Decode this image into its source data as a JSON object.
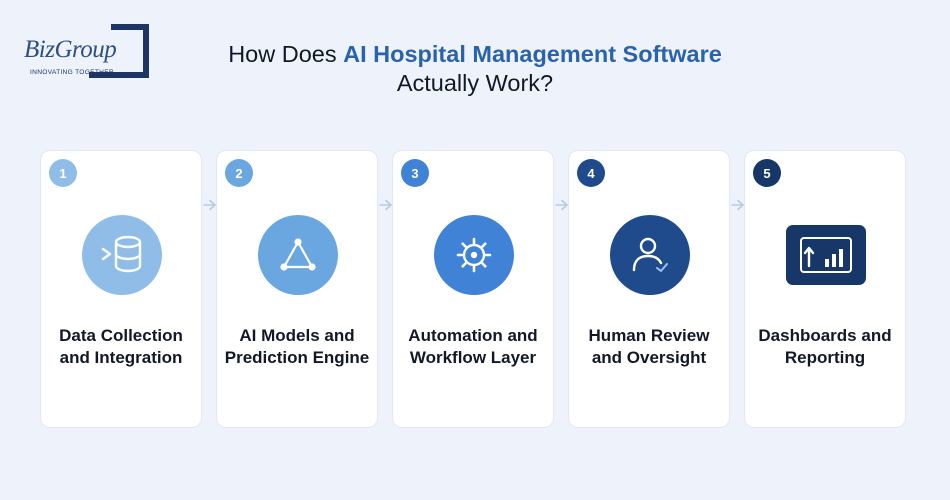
{
  "logo": {
    "name": "BizGroup",
    "tagline": "INNOVATING TOGETHER"
  },
  "title": {
    "prefix": "How Does ",
    "highlight": "AI Hospital Management Software",
    "line2": "Actually Work?"
  },
  "colors": {
    "background": "#eef3fb",
    "accent": "#2a62ad",
    "step1": "#8fbde8",
    "step2": "#6aa6e0",
    "step3": "#3f82d6",
    "step4": "#1f4b8c",
    "step5": "#173769",
    "arrow": "#b7c9e3"
  },
  "steps": [
    {
      "number": "1",
      "label_line1": "Data Collection",
      "label_line2": "and Integration",
      "icon": "database-icon"
    },
    {
      "number": "2",
      "label_line1": "AI Models and",
      "label_line2": "Prediction Engine",
      "icon": "network-triangle-icon"
    },
    {
      "number": "3",
      "label_line1": "Automation and",
      "label_line2": "Workflow Layer",
      "icon": "gear-icon"
    },
    {
      "number": "4",
      "label_line1": "Human Review",
      "label_line2": "and Oversight",
      "icon": "user-check-icon"
    },
    {
      "number": "5",
      "label_line1": "Dashboards and",
      "label_line2": "Reporting",
      "icon": "dashboard-chart-icon"
    }
  ]
}
